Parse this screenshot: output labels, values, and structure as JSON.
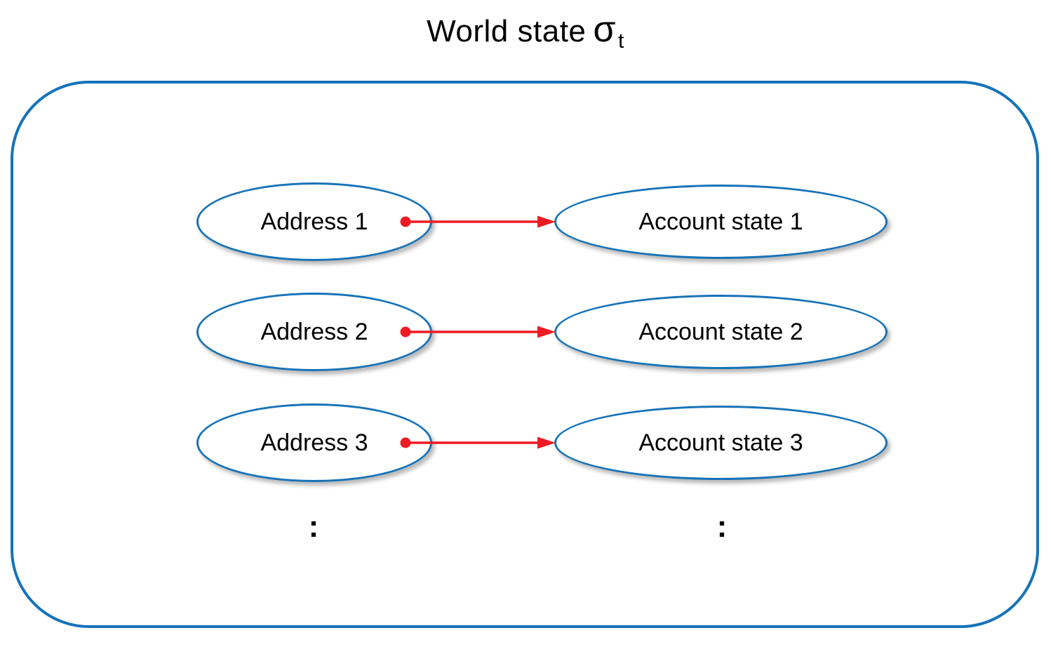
{
  "title": {
    "text": "World state",
    "sigma": "σ",
    "subscript": "t"
  },
  "diagram": {
    "rows": [
      {
        "address": "Address 1",
        "account": "Account state 1"
      },
      {
        "address": "Address 2",
        "account": "Account state 2"
      },
      {
        "address": "Address 3",
        "account": "Account state 3"
      }
    ],
    "ellipsis": ":",
    "colors": {
      "node_border_blue": "#1673b8",
      "arrow_red": "#ed1c24",
      "text": "#000000",
      "background": "#ffffff"
    }
  }
}
